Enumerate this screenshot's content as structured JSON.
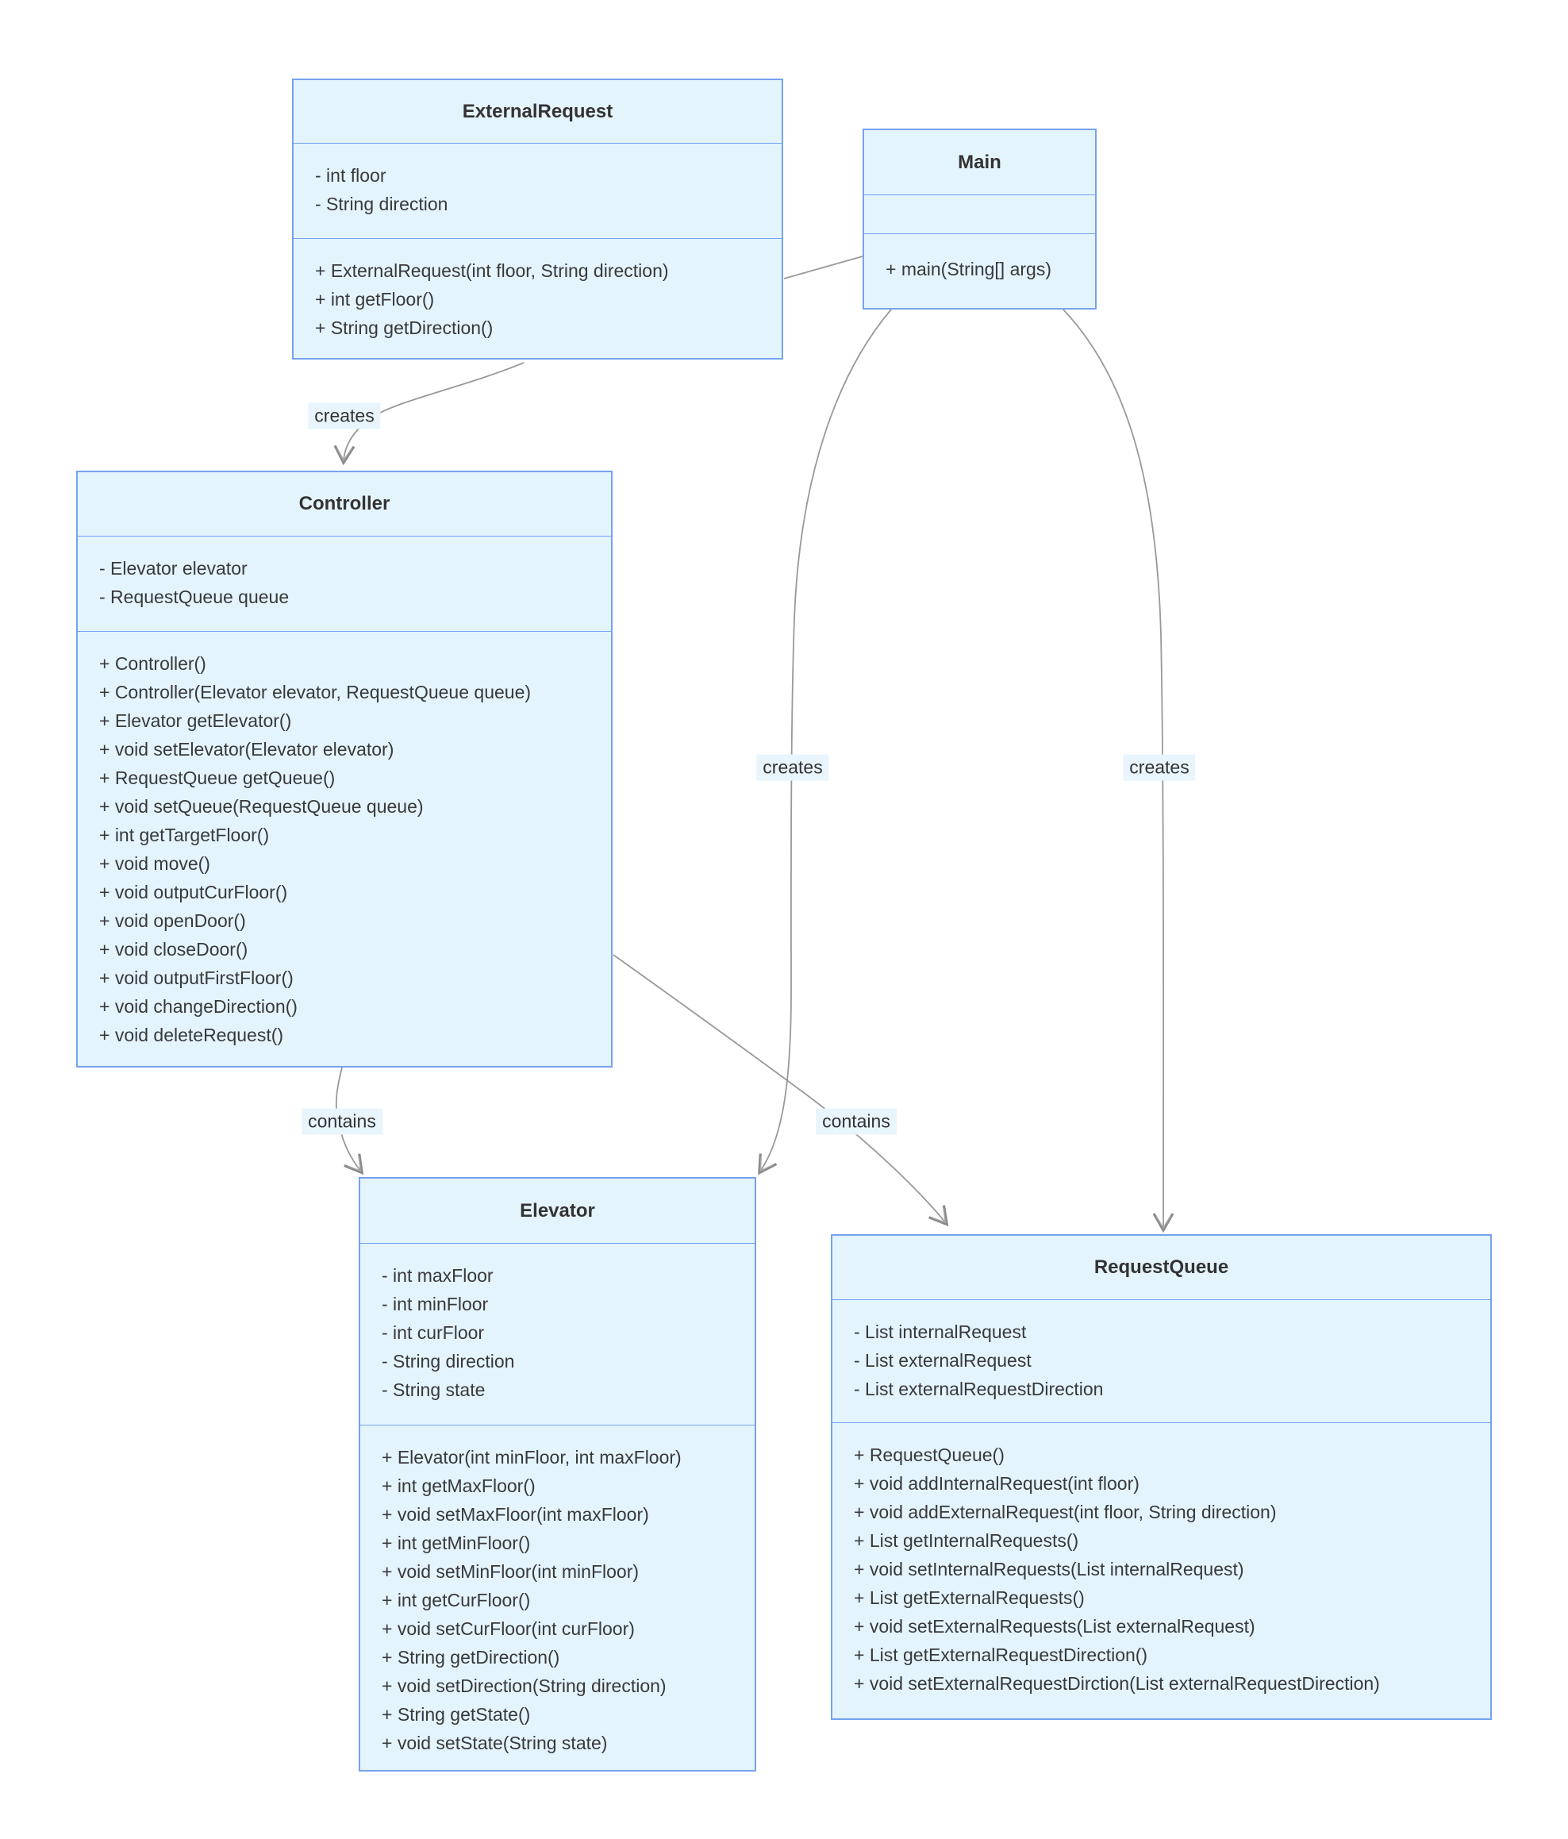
{
  "diagram": {
    "type": "uml-class-diagram",
    "classes": [
      {
        "name": "ExternalRequest",
        "attributes": [
          "- int floor",
          "- String direction"
        ],
        "methods": [
          "+ ExternalRequest(int floor, String direction)",
          "+ int getFloor()",
          "+ String getDirection()"
        ]
      },
      {
        "name": "Main",
        "attributes": [],
        "methods": [
          "+ main(String[] args)"
        ]
      },
      {
        "name": "Controller",
        "attributes": [
          "- Elevator elevator",
          "- RequestQueue queue"
        ],
        "methods": [
          "+ Controller()",
          "+ Controller(Elevator elevator, RequestQueue queue)",
          "+ Elevator getElevator()",
          "+ void setElevator(Elevator elevator)",
          "+ RequestQueue getQueue()",
          "+ void setQueue(RequestQueue queue)",
          "+ int getTargetFloor()",
          "+ void move()",
          "+ void outputCurFloor()",
          "+ void openDoor()",
          "+ void closeDoor()",
          "+ void outputFirstFloor()",
          "+ void changeDirection()",
          "+ void deleteRequest()"
        ]
      },
      {
        "name": "Elevator",
        "attributes": [
          "- int maxFloor",
          "- int minFloor",
          "- int curFloor",
          "- String direction",
          "- String state"
        ],
        "methods": [
          "+ Elevator(int minFloor, int maxFloor)",
          "+ int getMaxFloor()",
          "+ void setMaxFloor(int maxFloor)",
          "+ int getMinFloor()",
          "+ void setMinFloor(int minFloor)",
          "+ int getCurFloor()",
          "+ void setCurFloor(int curFloor)",
          "+ String getDirection()",
          "+ void setDirection(String direction)",
          "+ String getState()",
          "+ void setState(String state)"
        ]
      },
      {
        "name": "RequestQueue",
        "attributes": [
          "- List internalRequest",
          "- List externalRequest",
          "- List externalRequestDirection"
        ],
        "methods": [
          "+ RequestQueue()",
          "+ void addInternalRequest(int floor)",
          "+ void addExternalRequest(int floor, String direction)",
          "+ List getInternalRequests()",
          "+ void setInternalRequests(List internalRequest)",
          "+ List getExternalRequests()",
          "+ void setExternalRequests(List externalRequest)",
          "+ List getExternalRequestDirection()",
          "+ void setExternalRequestDirction(List externalRequestDirection)"
        ]
      }
    ],
    "edges": [
      {
        "from": "ExternalRequest",
        "to": "Controller",
        "label": "creates"
      },
      {
        "from": "Main",
        "to": "Elevator",
        "label": "creates"
      },
      {
        "from": "Main",
        "to": "RequestQueue",
        "label": "creates"
      },
      {
        "from": "Controller",
        "to": "Elevator",
        "label": "contains"
      },
      {
        "from": "Controller",
        "to": "RequestQueue",
        "label": "contains"
      },
      {
        "from": "Main",
        "to": "ExternalRequest",
        "label": ""
      }
    ],
    "colors": {
      "box_fill": "#e4f4fd",
      "box_border": "#75a2ef",
      "edge": "#999999",
      "arrowhead": "#8a8a8a",
      "text": "#333333",
      "edge_label_bg": "#e9f5fd",
      "background": "#ffffff"
    }
  }
}
